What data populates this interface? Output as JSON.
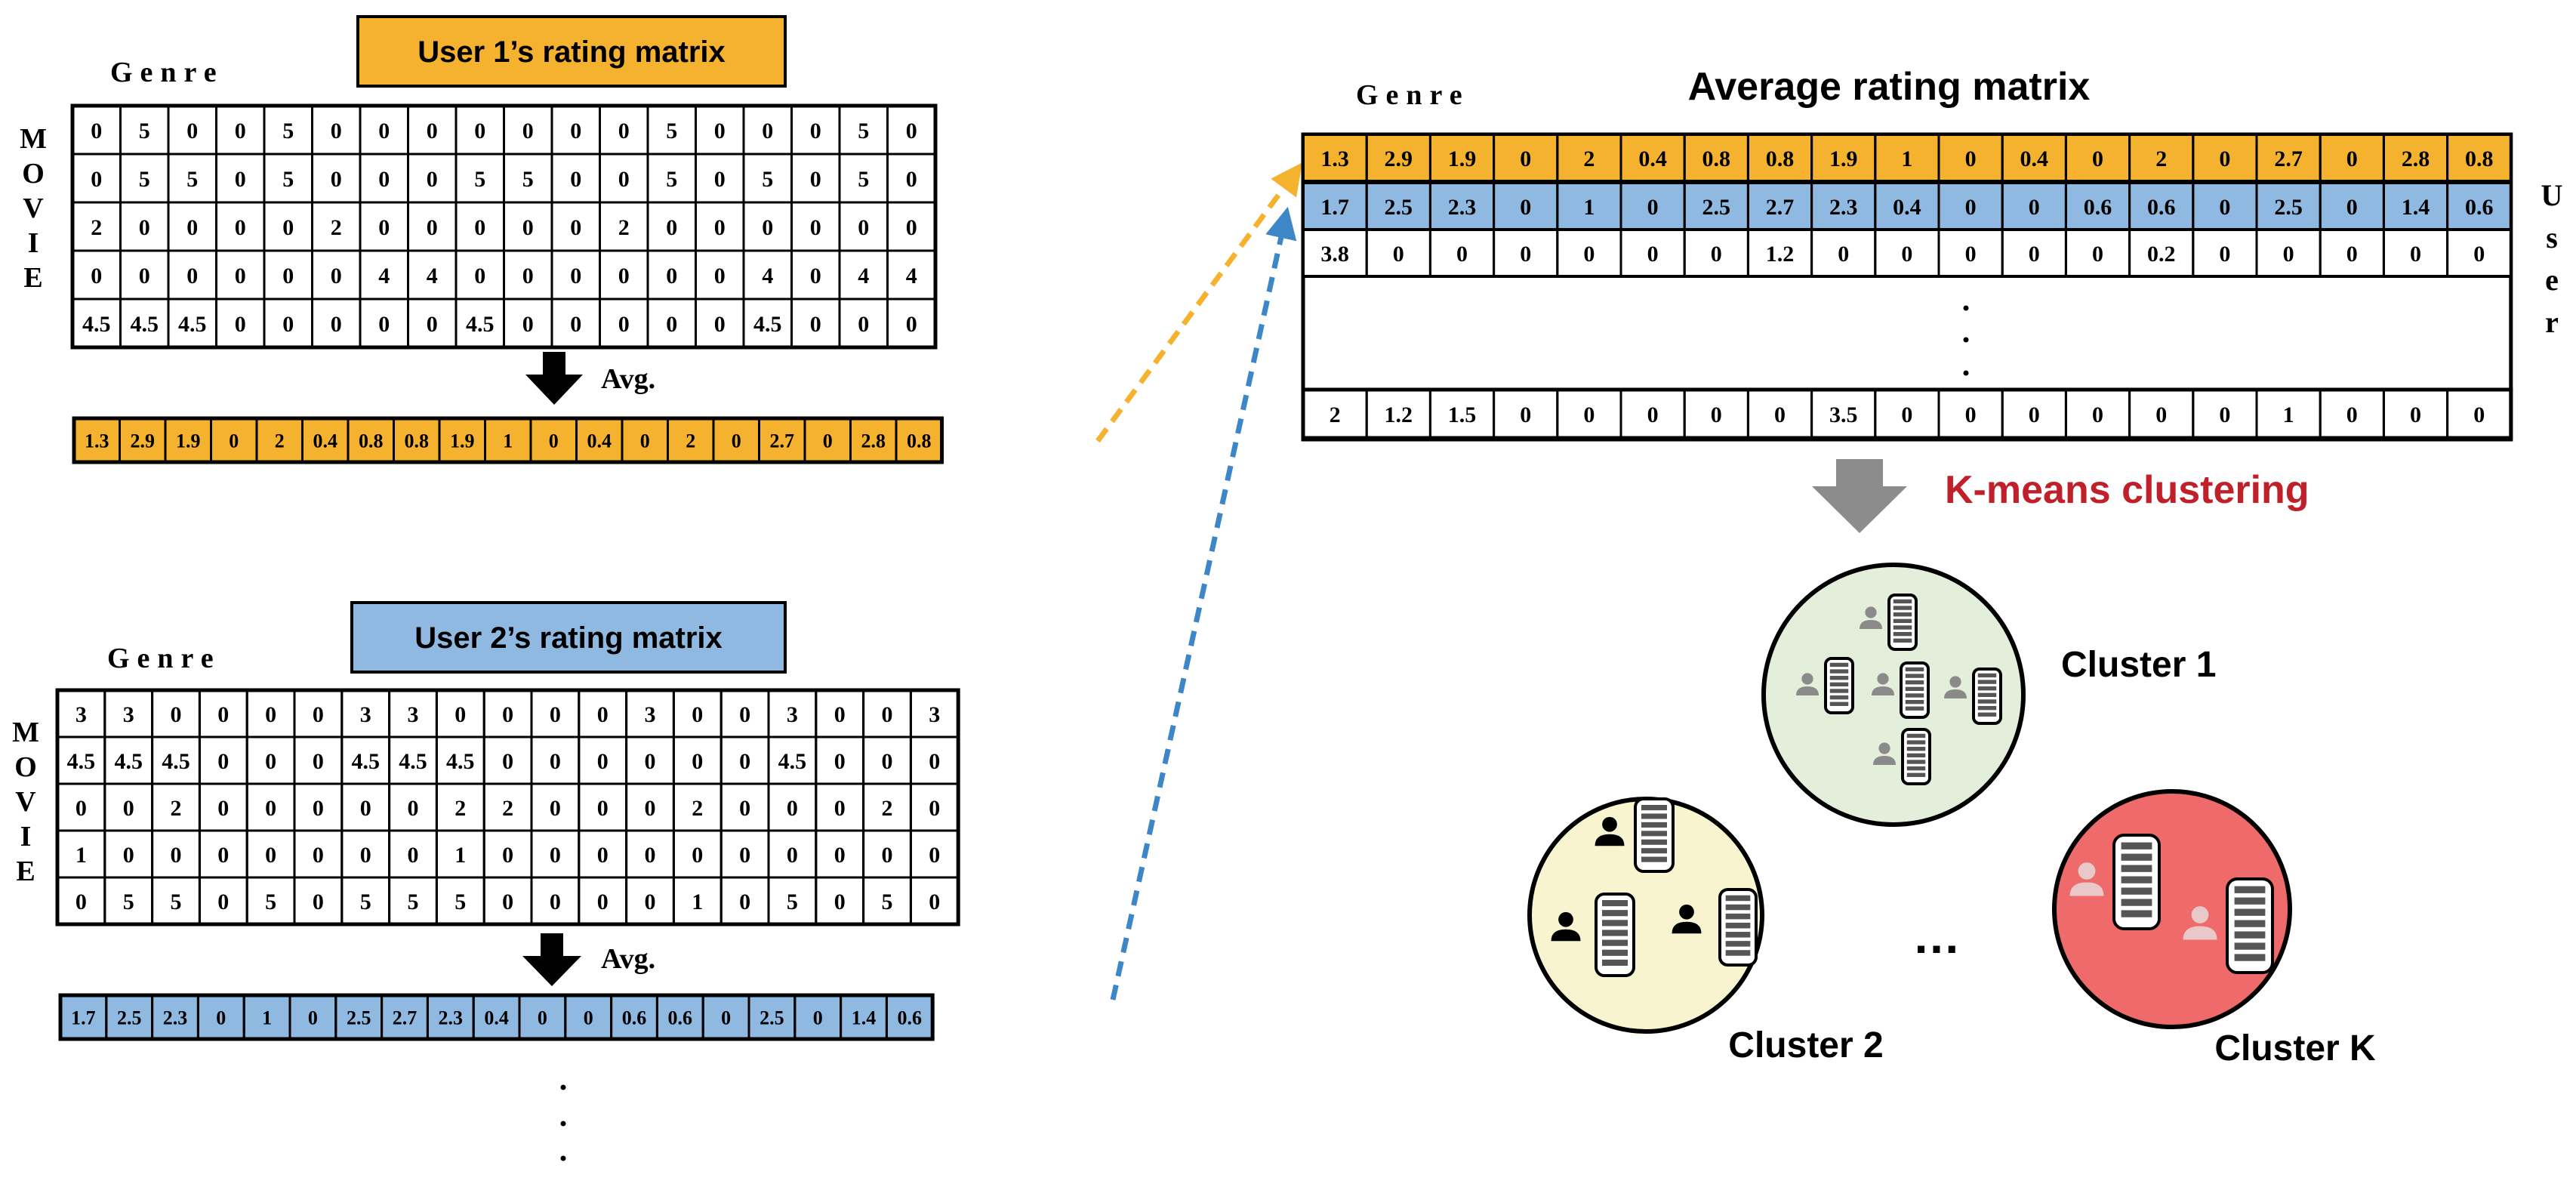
{
  "user1": {
    "title": "User 1’s rating matrix",
    "genre_label": "Genre",
    "movie_label": [
      "M",
      "O",
      "V",
      "I",
      "E"
    ],
    "matrix": [
      [
        "0",
        "5",
        "0",
        "0",
        "5",
        "0",
        "0",
        "0",
        "0",
        "0",
        "0",
        "0",
        "5",
        "0",
        "0",
        "0",
        "5",
        "0"
      ],
      [
        "0",
        "5",
        "5",
        "0",
        "5",
        "0",
        "0",
        "0",
        "5",
        "5",
        "0",
        "0",
        "5",
        "0",
        "5",
        "0",
        "5",
        "0"
      ],
      [
        "2",
        "0",
        "0",
        "0",
        "0",
        "2",
        "0",
        "0",
        "0",
        "0",
        "0",
        "2",
        "0",
        "0",
        "0",
        "0",
        "0",
        "0"
      ],
      [
        "0",
        "0",
        "0",
        "0",
        "0",
        "0",
        "4",
        "4",
        "0",
        "0",
        "0",
        "0",
        "0",
        "0",
        "4",
        "0",
        "4",
        "4"
      ],
      [
        "4.5",
        "4.5",
        "4.5",
        "0",
        "0",
        "0",
        "0",
        "0",
        "4.5",
        "0",
        "0",
        "0",
        "0",
        "0",
        "4.5",
        "0",
        "0",
        "0"
      ]
    ],
    "avg_label": "Avg.",
    "avg": [
      "1.3",
      "2.9",
      "1.9",
      "0",
      "2",
      "0.4",
      "0.8",
      "0.8",
      "1.9",
      "1",
      "0",
      "0.4",
      "0",
      "2",
      "0",
      "2.7",
      "0",
      "2.8",
      "0.8"
    ]
  },
  "user2": {
    "title": "User 2’s rating matrix",
    "genre_label": "Genre",
    "movie_label": [
      "M",
      "O",
      "V",
      "I",
      "E"
    ],
    "matrix": [
      [
        "3",
        "3",
        "0",
        "0",
        "0",
        "0",
        "3",
        "3",
        "0",
        "0",
        "0",
        "0",
        "3",
        "0",
        "0",
        "3",
        "0",
        "0",
        "3"
      ],
      [
        "4.5",
        "4.5",
        "4.5",
        "0",
        "0",
        "0",
        "4.5",
        "4.5",
        "4.5",
        "0",
        "0",
        "0",
        "0",
        "0",
        "0",
        "4.5",
        "0",
        "0",
        "0"
      ],
      [
        "0",
        "0",
        "2",
        "0",
        "0",
        "0",
        "0",
        "0",
        "2",
        "2",
        "0",
        "0",
        "0",
        "2",
        "0",
        "0",
        "0",
        "2",
        "0"
      ],
      [
        "1",
        "0",
        "0",
        "0",
        "0",
        "0",
        "0",
        "0",
        "1",
        "0",
        "0",
        "0",
        "0",
        "0",
        "0",
        "0",
        "0",
        "0",
        "0"
      ],
      [
        "0",
        "5",
        "5",
        "0",
        "5",
        "0",
        "5",
        "5",
        "5",
        "0",
        "0",
        "0",
        "0",
        "1",
        "0",
        "5",
        "0",
        "5",
        "0"
      ]
    ],
    "avg_label": "Avg.",
    "avg": [
      "1.7",
      "2.5",
      "2.3",
      "0",
      "1",
      "0",
      "2.5",
      "2.7",
      "2.3",
      "0.4",
      "0",
      "0",
      "0.6",
      "0.6",
      "0",
      "2.5",
      "0",
      "1.4",
      "0.6"
    ]
  },
  "avg_matrix": {
    "title": "Average rating matrix",
    "genre_label": "Genre",
    "user_label": [
      "U",
      "s",
      "e",
      "r"
    ],
    "rows": [
      [
        "1.3",
        "2.9",
        "1.9",
        "0",
        "2",
        "0.4",
        "0.8",
        "0.8",
        "1.9",
        "1",
        "0",
        "0.4",
        "0",
        "2",
        "0",
        "2.7",
        "0",
        "2.8",
        "0.8"
      ],
      [
        "1.7",
        "2.5",
        "2.3",
        "0",
        "1",
        "0",
        "2.5",
        "2.7",
        "2.3",
        "0.4",
        "0",
        "0",
        "0.6",
        "0.6",
        "0",
        "2.5",
        "0",
        "1.4",
        "0.6"
      ],
      [
        "3.8",
        "0",
        "0",
        "0",
        "0",
        "0",
        "0",
        "1.2",
        "0",
        "0",
        "0",
        "0",
        "0",
        "0.2",
        "0",
        "0",
        "0",
        "0",
        "0"
      ]
    ],
    "last_row": [
      "2",
      "1.2",
      "1.5",
      "0",
      "0",
      "0",
      "0",
      "0",
      "3.5",
      "0",
      "0",
      "0",
      "0",
      "0",
      "0",
      "1",
      "0",
      "0",
      "0"
    ]
  },
  "kmeans_label": "K-means clustering",
  "clusters": [
    {
      "label": "Cluster 1"
    },
    {
      "label": "Cluster 2"
    },
    {
      "label": "Cluster K"
    }
  ],
  "ellipsis": "…",
  "colors": {
    "orange": "#f4b22e",
    "blue": "#8fb9e0",
    "cluster1": "#e3eedb",
    "cluster2": "#f8f4cf",
    "clusterK": "#ef6b6b",
    "kmeans_text": "#c0202a",
    "gray_arrow": "#8c8c8c"
  }
}
